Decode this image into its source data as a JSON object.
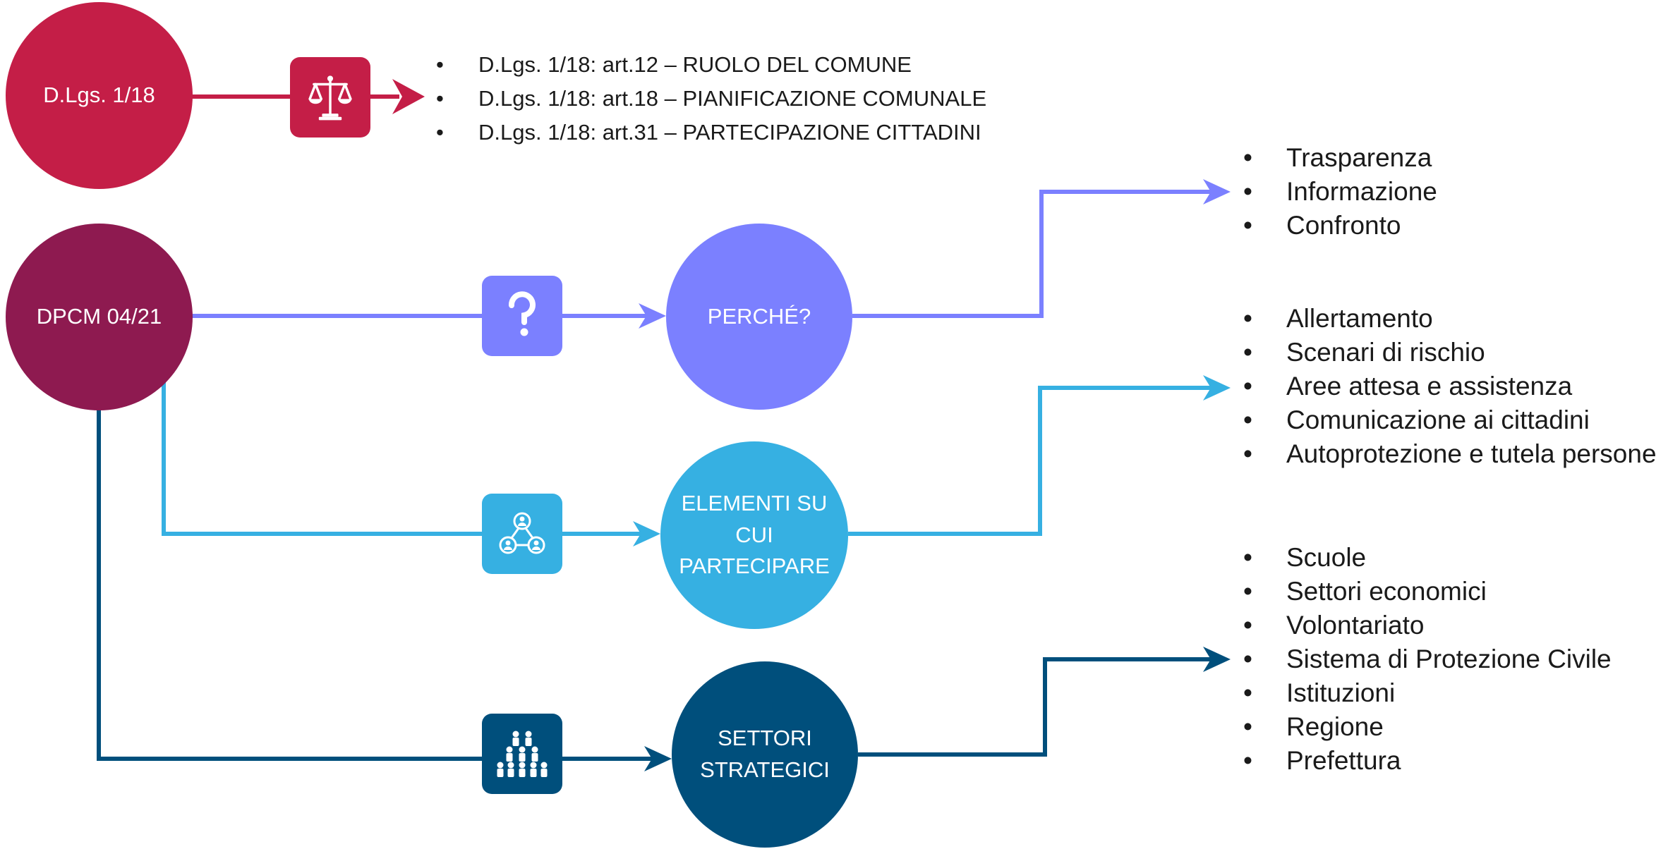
{
  "colors": {
    "law": "#c41e47",
    "dpcm": "#8e1a50",
    "why": "#7b80ff",
    "elements": "#36b0e2",
    "sectors": "#004f7c"
  },
  "icons": {
    "law": "scales-of-justice-icon",
    "why": "question-mark-icon",
    "elements": "people-network-icon",
    "sectors": "people-pyramid-icon"
  },
  "nodes": {
    "law": "D.Lgs. 1/18",
    "dpcm": "DPCM 04/21",
    "why": "PERCHÉ?",
    "elements": "ELEMENTI SU\nCUI\nPARTECIPARE",
    "sectors": "SETTORI\nSTRATEGICI"
  },
  "law_list": [
    "D.Lgs. 1/18: art.12 – RUOLO DEL COMUNE",
    "D.Lgs. 1/18: art.18 – PIANIFICAZIONE COMUNALE",
    "D.Lgs. 1/18: art.31 – PARTECIPAZIONE CITTADINI"
  ],
  "why_list": [
    "Trasparenza",
    "Informazione",
    "Confronto"
  ],
  "elements_list": [
    "Allertamento",
    "Scenari di rischio",
    "Aree attesa e assistenza",
    "Comunicazione ai cittadini",
    "Autoprotezione e tutela persone"
  ],
  "sectors_list": [
    "Scuole",
    "Settori economici",
    "Volontariato",
    "Sistema di Protezione Civile",
    "Istituzioni",
    "Regione",
    "Prefettura"
  ]
}
